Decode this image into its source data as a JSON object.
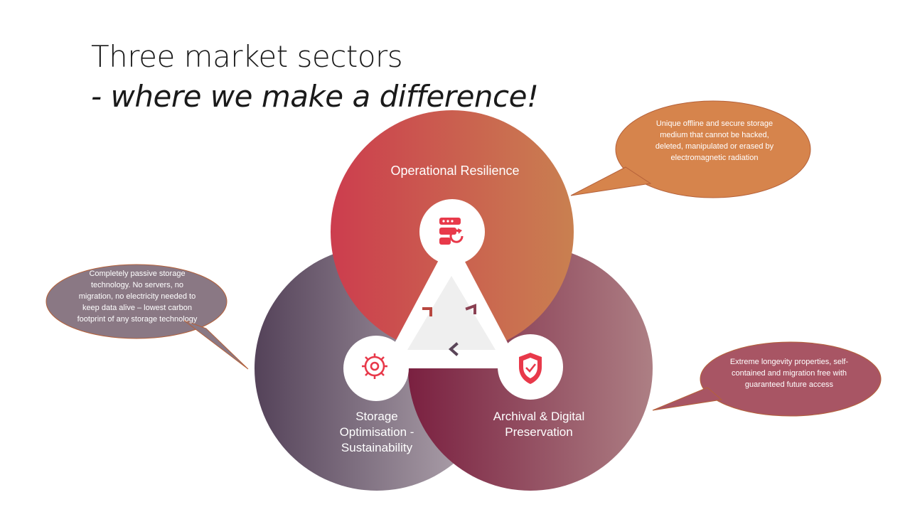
{
  "slide": {
    "title_line1": "Three market sectors",
    "title_line2": "- where we make a difference!"
  },
  "sectors": {
    "operational": {
      "label": "Operational Resilience",
      "icon": "server-restore-icon",
      "callout": "Unique offline and secure storage medium that cannot be hacked, deleted, manipulated or erased by electromagnetic radiation"
    },
    "storage": {
      "label_line1": "Storage",
      "label_line2": "Optimisation -",
      "label_line3": "Sustainability",
      "icon": "gear-search-icon",
      "callout": "Completely passive storage technology. No servers, no migration, no electricity needed to keep data alive – lowest carbon footprint of any storage technology"
    },
    "archival": {
      "label_line1": "Archival & Digital",
      "label_line2": "Preservation",
      "icon": "shield-check-icon",
      "callout": "Extreme longevity properties, self-contained and migration free with guaranteed future access"
    }
  },
  "colors": {
    "operational_start": "#cc3d4e",
    "operational_end": "#c98050",
    "storage_start": "#544259",
    "storage_end": "#b9aeb6",
    "archival_start": "#7a2040",
    "archival_end": "#ad7f84",
    "callout_operational": "#d6844c",
    "callout_storage": "#8a7884",
    "callout_archival": "#a85564",
    "icon_accent": "#e8394a"
  }
}
